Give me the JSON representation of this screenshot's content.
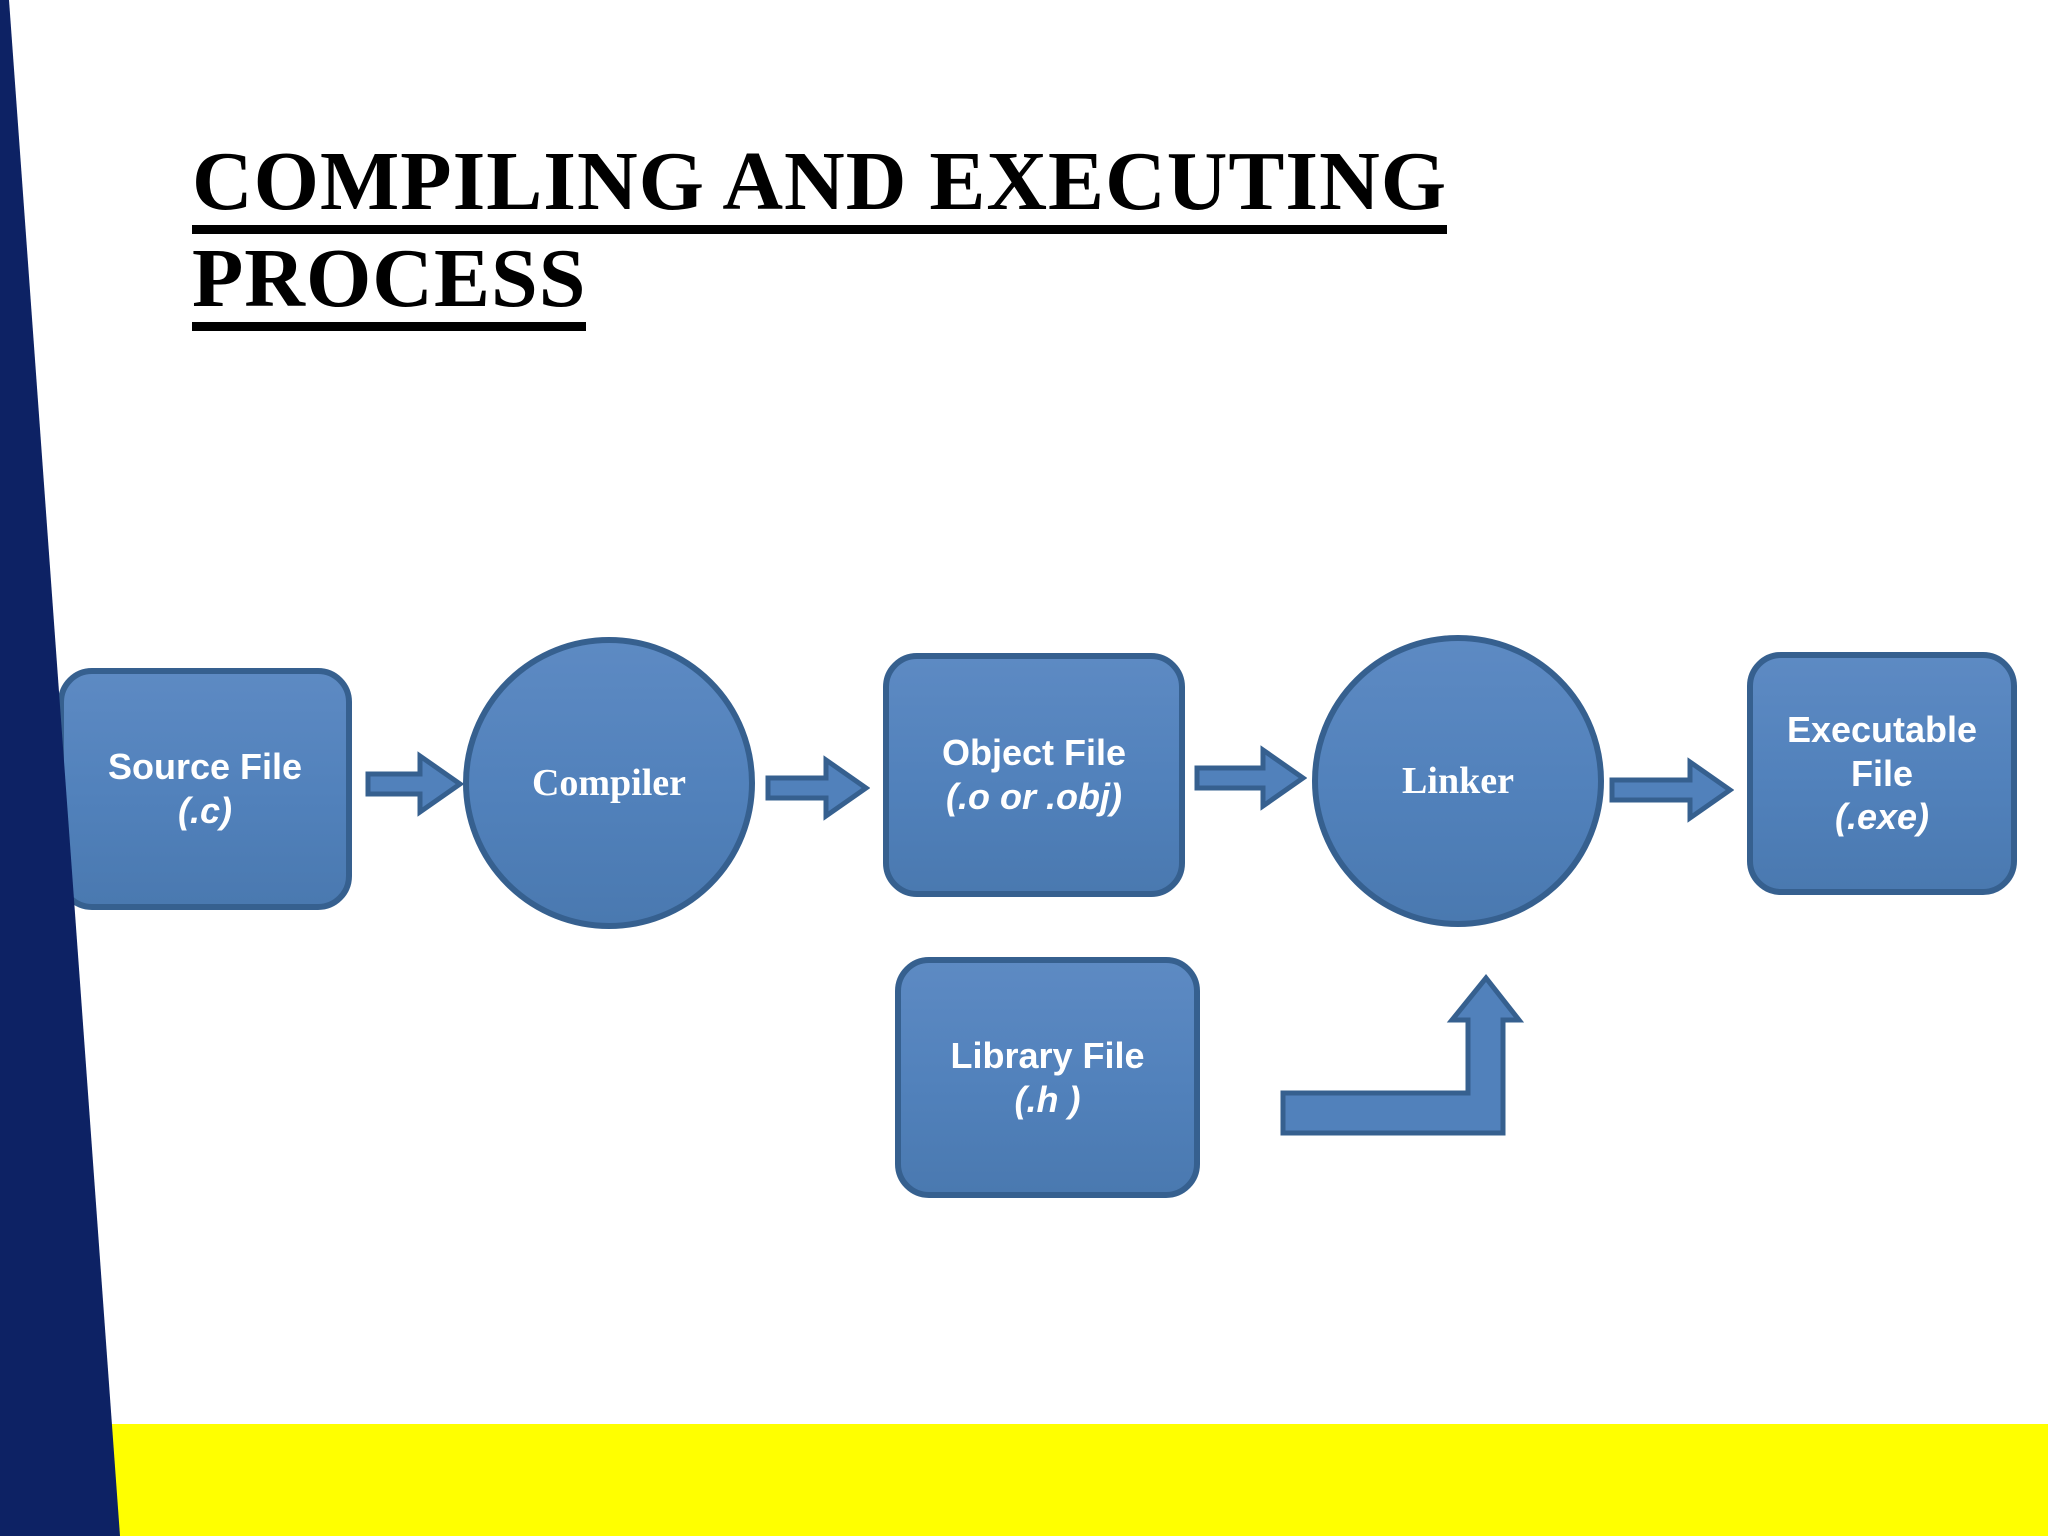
{
  "slide": {
    "title": {
      "line1": "COMPILING AND EXECUTING",
      "line2": "PROCESS"
    },
    "diagram": {
      "nodes": {
        "source": {
          "label": "Source File",
          "sub": "(.c)"
        },
        "compiler": {
          "label": "Compiler"
        },
        "object": {
          "label": "Object File",
          "sub": "(.o or .obj)"
        },
        "linker": {
          "label": "Linker"
        },
        "executable": {
          "label": "Executable File",
          "sub": "(.exe)"
        },
        "library": {
          "label": "Library File",
          "sub": "(.h )"
        }
      }
    }
  },
  "colors": {
    "shape-fill": "#5181bb",
    "shape-border": "#36608f",
    "navy": "#0d2264",
    "yellow": "#ffff00",
    "title-color": "#000000",
    "label-color": "#ffffff"
  }
}
